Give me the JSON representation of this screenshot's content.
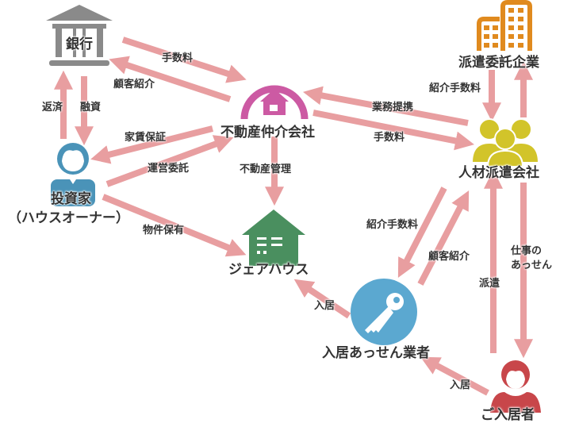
{
  "colors": {
    "arrow": "#e89ea0",
    "bank": "#8a8a8a",
    "realestate": "#cc5aa3",
    "sharehouse": "#4a8f5f",
    "staffing": "#d2c42a",
    "dispatch_client": "#e08a1e",
    "investor": "#4a93b8",
    "agent": "#5ba8d0",
    "resident": "#c8464a",
    "text": "#333333"
  },
  "nodes": {
    "bank": {
      "label": "銀行",
      "icon": "bank-icon"
    },
    "realestate": {
      "label": "不動産仲介会社",
      "icon": "house-circle-icon"
    },
    "sharehouse": {
      "label": "ジェアハウス",
      "icon": "house-icon"
    },
    "dispatch_client": {
      "label": "派遣委託企業",
      "icon": "building-icon"
    },
    "staffing": {
      "label": "人材派遣会社",
      "icon": "group-icon"
    },
    "investor": {
      "label": "投資家",
      "sublabel": "（ハウスオーナー）",
      "icon": "person-icon"
    },
    "agent": {
      "label": "入居あっせん業者",
      "icon": "key-icon"
    },
    "resident": {
      "label": "ご入居者",
      "icon": "person-icon"
    }
  },
  "edges": {
    "bank_fee": "手数料",
    "bank_referral": "顧客紹介",
    "repay": "返済",
    "loan": "融資",
    "rent_guarantee": "家賃保証",
    "operation": "運営委託",
    "property": "物件保有",
    "management": "不動産管理",
    "partnership": "業務提携",
    "staff_fee": "手数料",
    "intro_fee_top": "紹介手数料",
    "intro_fee_agent": "紹介手数料",
    "client_referral": "顧客紹介",
    "dispatch": "派遣",
    "job_mediation": "仕事の\nあっせん",
    "move_in_agent": "入居",
    "move_in_resident": "入居"
  }
}
